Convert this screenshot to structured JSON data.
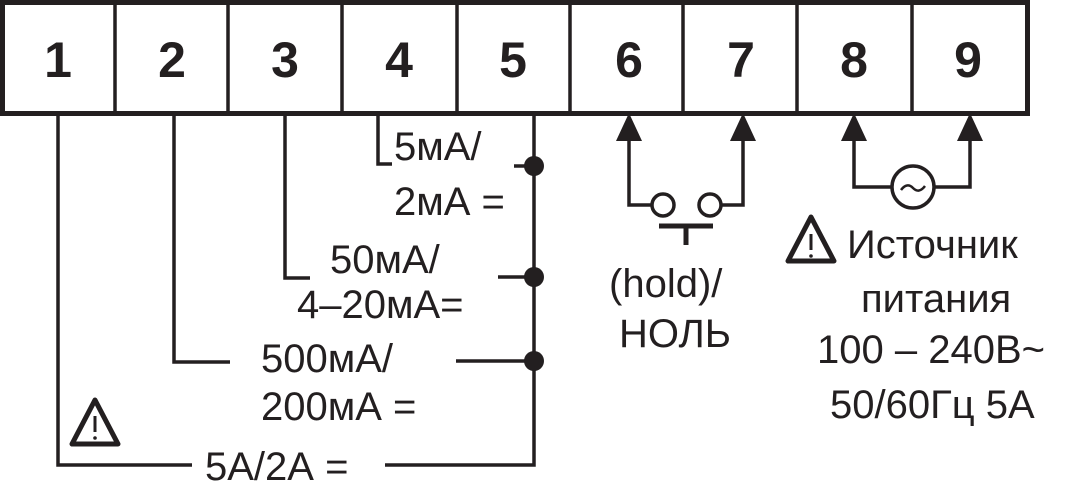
{
  "terminals": [
    "1",
    "2",
    "3",
    "4",
    "5",
    "6",
    "7",
    "8",
    "9"
  ],
  "inputs": {
    "range_5mA": {
      "line1": "5мА/",
      "line2": "2мА ="
    },
    "range_50mA": {
      "line1": "50мА/",
      "line2": "4–20мА="
    },
    "range_500mA": {
      "line1": "500мА/",
      "line2": "200мА ="
    },
    "range_5A": {
      "line1": "5А/2А ="
    }
  },
  "hold": {
    "line1": "(hold)/",
    "line2": "НОЛЬ"
  },
  "power": {
    "line1": "Источник",
    "line2": "питания",
    "line3": "100 – 240В~",
    "line4": "50/60Гц 5А"
  },
  "icons": {
    "warning": "warning-triangle-icon",
    "ac_source": "ac-source-icon",
    "push_button": "push-button-icon"
  },
  "colors": {
    "ink": "#231f20",
    "background": "#ffffff"
  }
}
